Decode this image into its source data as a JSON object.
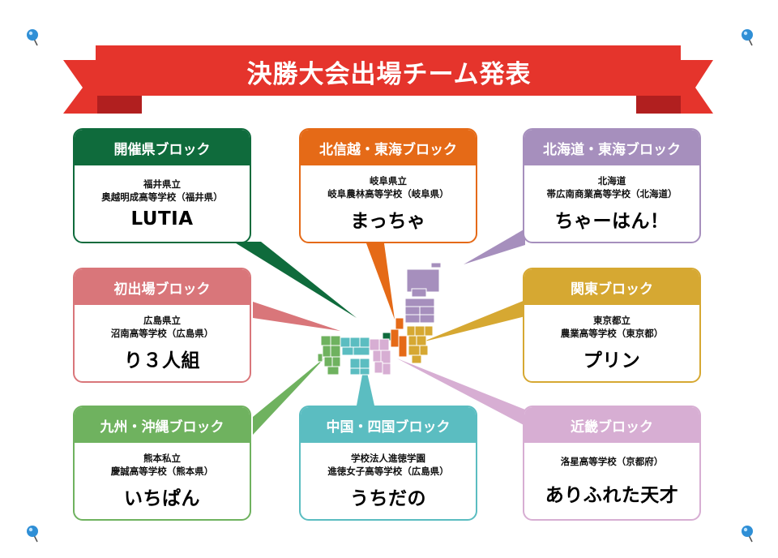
{
  "title": "決勝大会出場チーム発表",
  "blocks": [
    {
      "id": "host",
      "label": "開催県ブロック",
      "line1": "福井県立",
      "line2": "奥越明成高等学校（福井県）",
      "team": "LUTIA",
      "color": "#0f6b3c"
    },
    {
      "id": "hokushinetsu-tokai",
      "label": "北信越・東海ブロック",
      "line1": "岐阜県立",
      "line2": "岐阜農林高等学校（岐阜県）",
      "team": "まっちゃ",
      "color": "#e56a17"
    },
    {
      "id": "hokkaido-tohoku",
      "label": "北海道・東海ブロック",
      "line1": "北海道",
      "line2": "帯広南商業高等学校（北海道）",
      "team": "ちゃーはん！",
      "color": "#a68fbd"
    },
    {
      "id": "first-appearance",
      "label": "初出場ブロック",
      "line1": "広島県立",
      "line2": "沼南高等学校（広島県）",
      "team": "り３人組",
      "color": "#d9767a"
    },
    {
      "id": "kanto",
      "label": "関東ブロック",
      "line1": "東京都立",
      "line2": "農業高等学校（東京都）",
      "team": "プリン",
      "color": "#d6a832"
    },
    {
      "id": "kyushu-okinawa",
      "label": "九州・沖縄ブロック",
      "line1": "熊本私立",
      "line2": "慶誠高等学校（熊本県）",
      "team": "いちぱん",
      "color": "#6fb25f"
    },
    {
      "id": "chugoku-shikoku",
      "label": "中国・四国ブロック",
      "line1": "学校法人進徳学園",
      "line2": "進徳女子高等学校（広島県）",
      "team": "うちだの",
      "color": "#5bbdc1"
    },
    {
      "id": "kinki",
      "label": "近畿ブロック",
      "line1": "洛星高等学校（京都府）",
      "line2": "",
      "team": "ありふれた天才",
      "color": "#d7aed3"
    }
  ],
  "colors": {
    "banner": "#e5342c",
    "banner_dark": "#b11f1f",
    "pin": "#2f8fd6"
  },
  "icons": [
    "pushpin-icon"
  ]
}
